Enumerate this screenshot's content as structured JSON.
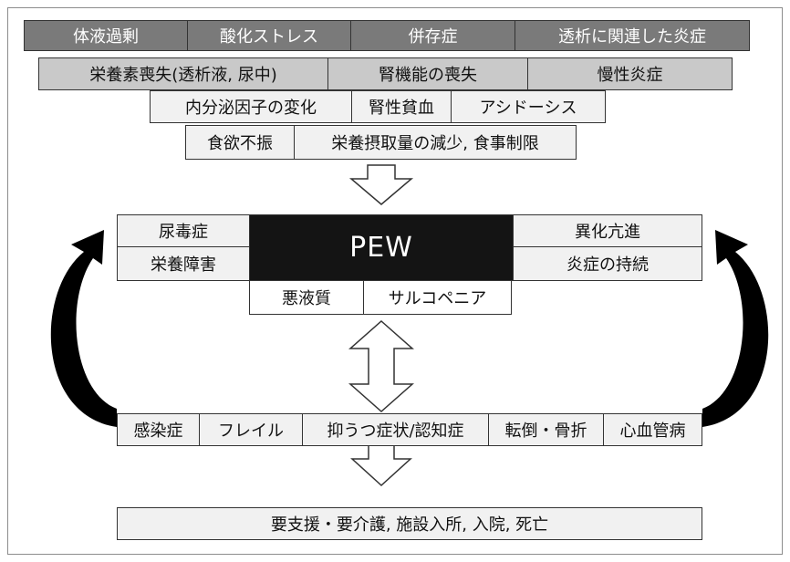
{
  "row1": [
    "体液過剰",
    "酸化ストレス",
    "併存症",
    "透析に関連した炎症"
  ],
  "row2": [
    "栄養素喪失(透析液, 尿中)",
    "腎機能の喪失",
    "慢性炎症"
  ],
  "row3": [
    "内分泌因子の変化",
    "腎性貧血",
    "アシドーシス"
  ],
  "row4": [
    "食欲不振",
    "栄養摂取量の減少, 食事制限"
  ],
  "center": {
    "title": "PEW",
    "left": [
      "尿毒症",
      "栄養障害"
    ],
    "right": [
      "異化亢進",
      "炎症の持続"
    ],
    "bottom": [
      "悪液質",
      "サルコペニア"
    ]
  },
  "consequences": [
    "感染症",
    "フレイル",
    "抑うつ症状/認知症",
    "転倒・骨折",
    "心血管病"
  ],
  "outcome": "要支援・要介護, 施設入所, 入院, 死亡",
  "colors": {
    "row1": "#7a7a7a",
    "row2": "#c9c9c9",
    "light": "#f1f1f1",
    "center": "#141414"
  }
}
